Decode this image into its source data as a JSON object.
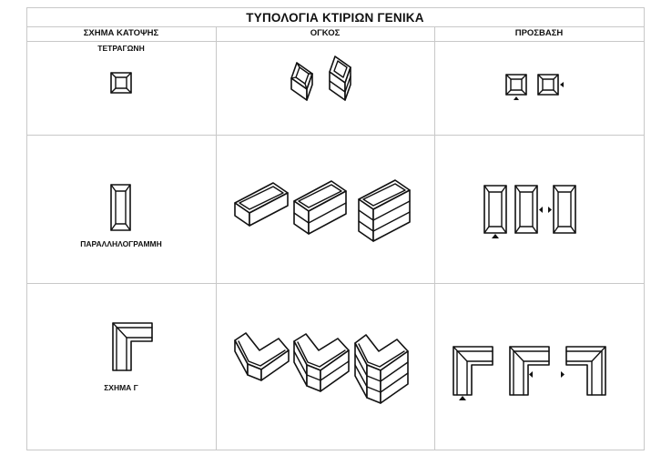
{
  "table": {
    "title": "ΤΥΠΟΛΟΓΙΑ ΚΤΙΡΙΩΝ ΓΕΝΙΚΑ",
    "columns": [
      "ΣΧΗΜΑ ΚΑΤΟΨΗΣ",
      "ΟΓΚΟΣ",
      "ΠΡΟΣΒΑΣΗ"
    ],
    "rows": [
      {
        "label": "ΤΕΤΡΑΓΩΝΗ"
      },
      {
        "label": "ΠΑΡΑΛΛΗΛΟΓΡΑΜΜΗ"
      },
      {
        "label": "ΣΧΗΜΑ Γ"
      }
    ]
  },
  "colors": {
    "lines": "#c8c8c8",
    "drawing": "#111111"
  },
  "icons": [
    "square-plan-icon",
    "rectangle-plan-icon",
    "l-shape-plan-icon",
    "cube-volume-icon",
    "box-volume-icon",
    "l-volume-icon",
    "entrance-marker-icon"
  ]
}
